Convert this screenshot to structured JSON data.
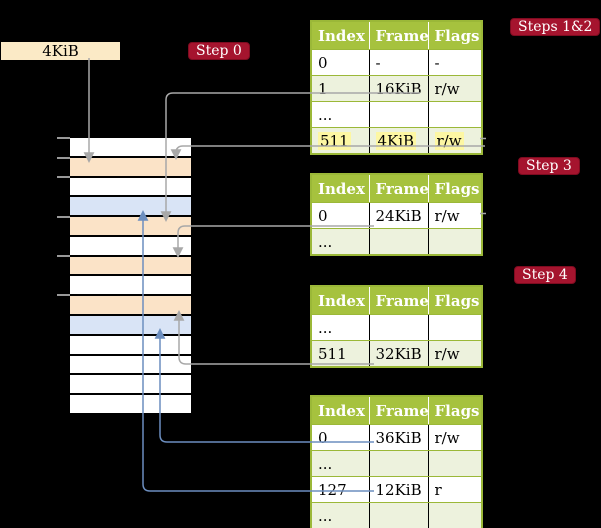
{
  "colors": {
    "background": "#000000",
    "box_cream": "#FBEAC6",
    "step_label_red": "#A5142E",
    "table_header_green": "#A6C23E",
    "table_row_green": "#EDF2DD",
    "highlight_yellow": "#FDF7A3",
    "memory_orange": "#FBE3C7",
    "memory_blue": "#D9E4F6",
    "connector_gray": "#A8A8A8",
    "connector_blue": "#6C8EBF"
  },
  "legend_box": {
    "label": "4KiB"
  },
  "step_labels": {
    "step0": "Step 0",
    "steps12": "Steps 1&2",
    "step3": "Step 3",
    "step4": "Step 4"
  },
  "tables": [
    {
      "name": "page-table-steps-1-2",
      "headers": [
        "Index",
        "Frame",
        "Flags"
      ],
      "rows": [
        {
          "cells": [
            "0",
            "-",
            "-"
          ]
        },
        {
          "cells": [
            "1",
            "16KiB",
            "r/w"
          ]
        },
        {
          "cells": [
            "...",
            "",
            ""
          ]
        },
        {
          "cells": [
            "511",
            "4KiB",
            "r/w"
          ],
          "highlighted": true
        }
      ]
    },
    {
      "name": "page-table-step-3",
      "headers": [
        "Index",
        "Frame",
        "Flags"
      ],
      "rows": [
        {
          "cells": [
            "0",
            "24KiB",
            "r/w"
          ]
        },
        {
          "cells": [
            "...",
            "",
            ""
          ]
        }
      ]
    },
    {
      "name": "page-table-step-4-upper",
      "headers": [
        "Index",
        "Frame",
        "Flags"
      ],
      "rows": [
        {
          "cells": [
            "...",
            "",
            ""
          ]
        },
        {
          "cells": [
            "511",
            "32KiB",
            "r/w"
          ]
        }
      ]
    },
    {
      "name": "page-table-step-4-lower",
      "headers": [
        "Index",
        "Frame",
        "Flags"
      ],
      "rows": [
        {
          "cells": [
            "0",
            "36KiB",
            "r/w"
          ]
        },
        {
          "cells": [
            "...",
            "",
            ""
          ]
        },
        {
          "cells": [
            "127",
            "12KiB",
            "r"
          ]
        },
        {
          "cells": [
            "...",
            "",
            ""
          ]
        }
      ]
    }
  ],
  "memory": {
    "rows": [
      "white",
      "orange",
      "white",
      "blue",
      "orange",
      "white",
      "orange",
      "white",
      "orange",
      "blue",
      "white",
      "white",
      "white",
      "white"
    ]
  }
}
